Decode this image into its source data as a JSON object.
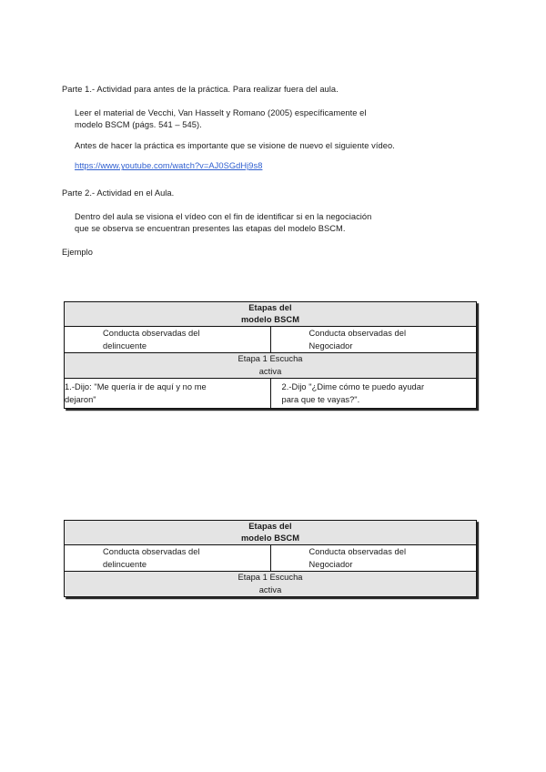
{
  "document": {
    "paragraphs": [
      {
        "id": "parte1-heading",
        "level": 0,
        "text": "Parte 1.- Actividad para antes de la práctica. Para realizar fuera del aula."
      },
      {
        "id": "lectura-material",
        "level": 1,
        "line1": "Leer el material de Vecchi, Van Hasselt y Romano (2005) específicamente el",
        "line2": "modelo BSCM (págs. 541 – 545)."
      },
      {
        "id": "aviso-video",
        "level": 1,
        "text": "Antes de hacer la práctica es importante que se visione de nuevo el siguiente vídeo."
      },
      {
        "id": "video-link",
        "level": 1,
        "text": "https://www.youtube.com/watch?v=AJ0SGdHj9s8"
      },
      {
        "id": "parte2-heading",
        "level": 0,
        "text": "Parte 2.- Actividad en el Aula."
      },
      {
        "id": "instruccion-aula",
        "level": 1,
        "line1": "Dentro del aula se visiona el vídeo con el fin de identificar si en la negociación",
        "line2": "que se observa se encuentran presentes las etapas del modelo BSCM."
      },
      {
        "id": "ejemplo-label",
        "level": 0,
        "text": "Ejemplo"
      }
    ]
  },
  "table_example": {
    "header": {
      "line1": "Etapas del",
      "line2": "modelo BSCM"
    },
    "columns": {
      "left": {
        "line1": "Conducta observadas del",
        "line2": "delincuente"
      },
      "right": {
        "line1": "Conducta observadas del",
        "line2": "Negociador"
      }
    },
    "stage": {
      "line1": "Etapa 1 Escucha",
      "line2": "activa"
    },
    "entries": {
      "left": {
        "line1": "1.-Dijo: \"Me quería ir de aquí y no me",
        "line2": "dejaron\""
      },
      "right": {
        "line1": "2.-Dijo \"¿Dime cómo te puedo ayudar",
        "line2": "para que te vayas?\"."
      }
    }
  },
  "table_blank": {
    "header": {
      "line1": "Etapas del",
      "line2": "modelo BSCM"
    },
    "columns": {
      "left": {
        "line1": "Conducta observadas del",
        "line2": "delincuente"
      },
      "right": {
        "line1": "Conducta observadas del",
        "line2": "Negociador"
      }
    },
    "stage": {
      "line1": "Etapa 1 Escucha",
      "line2": "activa"
    }
  },
  "theme": {
    "page_background": "#ffffff",
    "text_color": "#1b1b1b",
    "link_color": "#2f5fd0",
    "table_header_fill": "#e4e4e4",
    "table_border": "#111111",
    "table_shadow": "#2b2b2b"
  }
}
